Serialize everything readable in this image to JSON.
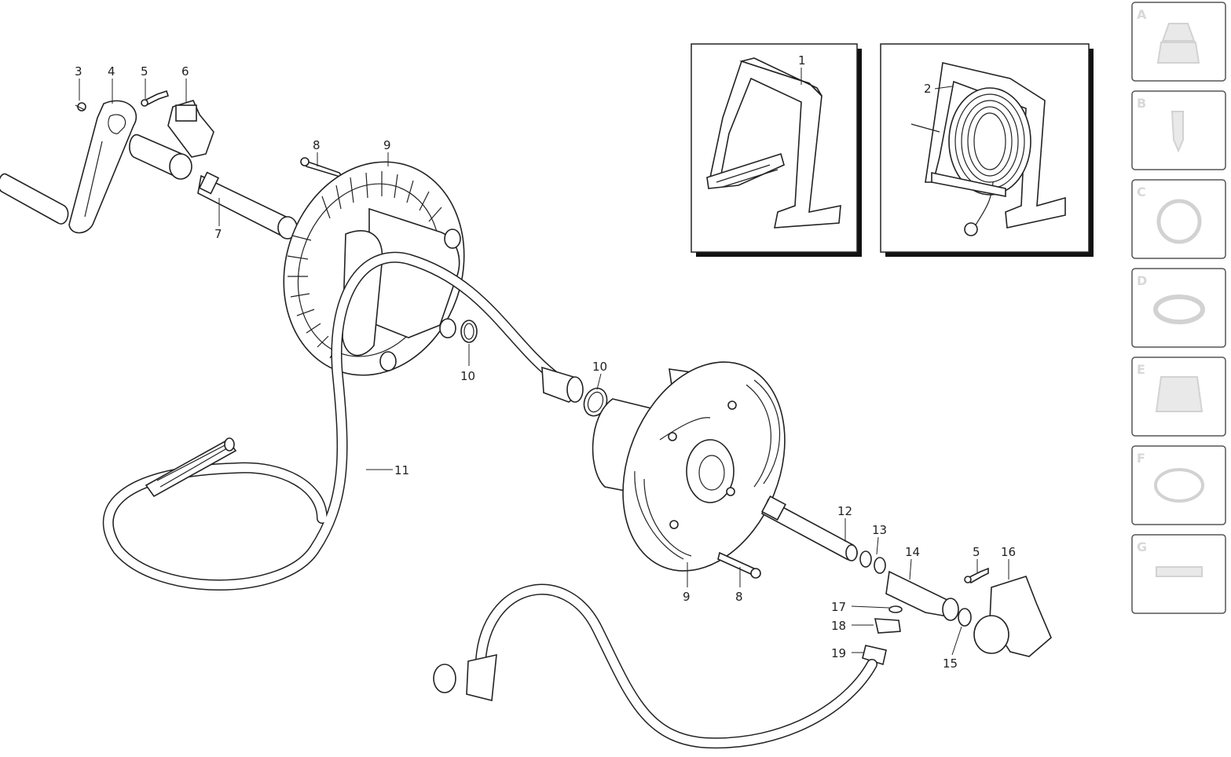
{
  "callouts": {
    "c1": "1",
    "c2": "2",
    "c3": "3",
    "c4": "4",
    "c5a": "5",
    "c5b": "5",
    "c6": "6",
    "c7": "7",
    "c8a": "8",
    "c8b": "8",
    "c9a": "9",
    "c9b": "9",
    "c10a": "10",
    "c10b": "10",
    "c11": "11",
    "c12": "12",
    "c13": "13",
    "c14": "14",
    "c15": "15",
    "c16": "16",
    "c17": "17",
    "c18": "18",
    "c19": "19"
  },
  "tabs": [
    "A",
    "B",
    "C",
    "D",
    "E",
    "F",
    "G"
  ],
  "colors": {
    "line": "#222222",
    "tab_border": "#555555",
    "ghost": "#d2d2d2"
  }
}
